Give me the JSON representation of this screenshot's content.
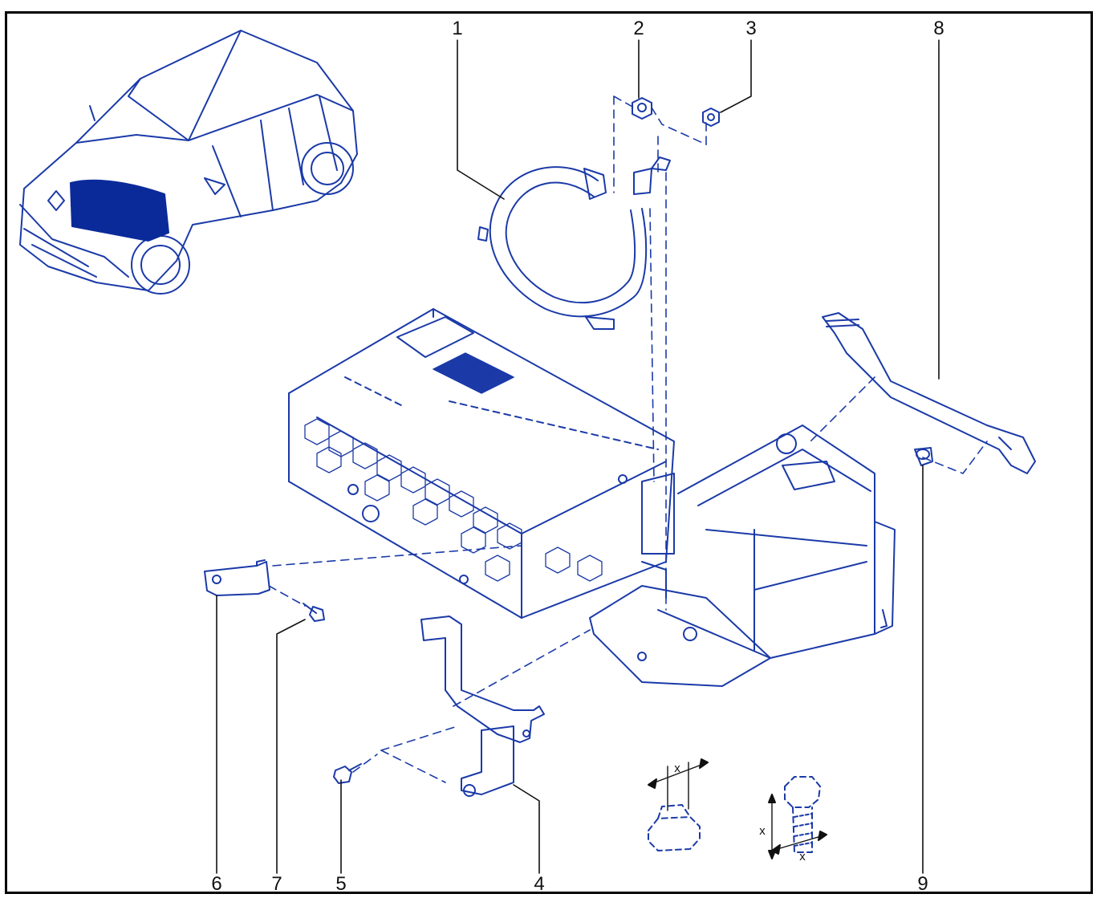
{
  "diagram": {
    "line_color": "#1b3aa8",
    "fill_color": "#0b2a9a",
    "callouts": [
      "1",
      "2",
      "3",
      "4",
      "5",
      "6",
      "7",
      "8",
      "9"
    ],
    "dimension_labels": [
      "x",
      "x",
      "x"
    ]
  }
}
